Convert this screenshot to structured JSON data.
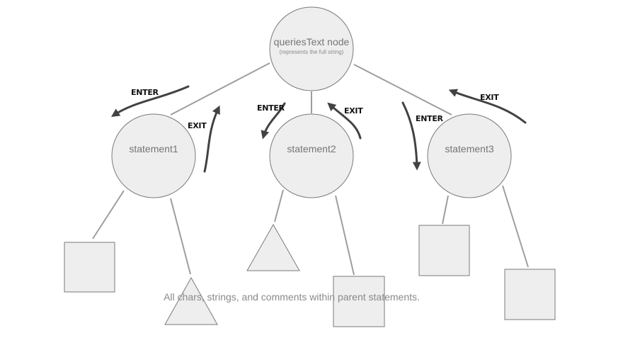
{
  "root": {
    "label": "queriesText node",
    "sublabel": "(represents the full string)"
  },
  "statements": [
    {
      "label": "statement1",
      "enter_label": "ENTER",
      "exit_label": "EXIT"
    },
    {
      "label": "statement2",
      "enter_label": "ENTER",
      "exit_label": "EXIT"
    },
    {
      "label": "statement3",
      "enter_label": "ENTER",
      "exit_label": "EXIT"
    }
  ],
  "caption": "All chars, strings, and comments within parent statements.",
  "colors": {
    "node_fill": "#eeeeee",
    "node_stroke": "#7a7a7a",
    "edge": "#9e9e9e",
    "arrow": "#424242",
    "label_text": "#757575"
  }
}
